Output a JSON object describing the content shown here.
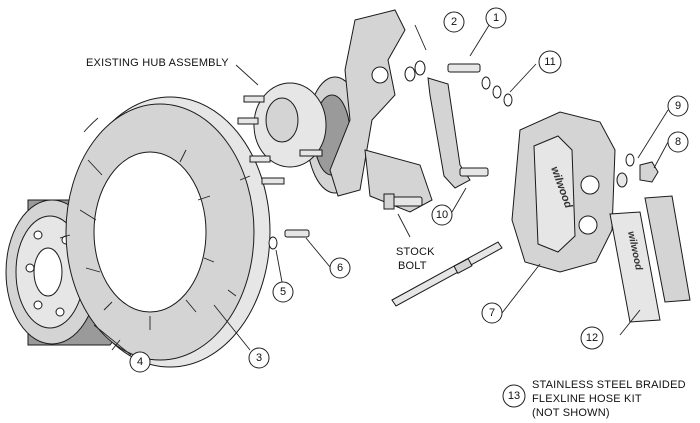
{
  "labels": {
    "hub": "EXISTING HUB ASSEMBLY",
    "stock_line1": "STOCK",
    "stock_line2": "BOLT",
    "note_line1": "STAINLESS STEEL BRAIDED",
    "note_line2": "FLEXLINE HOSE KIT",
    "note_line3": "(NOT SHOWN)"
  },
  "callouts": [
    "1",
    "2",
    "3",
    "4",
    "5",
    "6",
    "7",
    "8",
    "9",
    "10",
    "11",
    "12",
    "13"
  ],
  "brand": {
    "caliper_text": "wilwood",
    "pad_text": "wilwood"
  },
  "colors": {
    "line": "#1a1a1a",
    "fill": "#d4d4d4",
    "background": "#ffffff"
  }
}
